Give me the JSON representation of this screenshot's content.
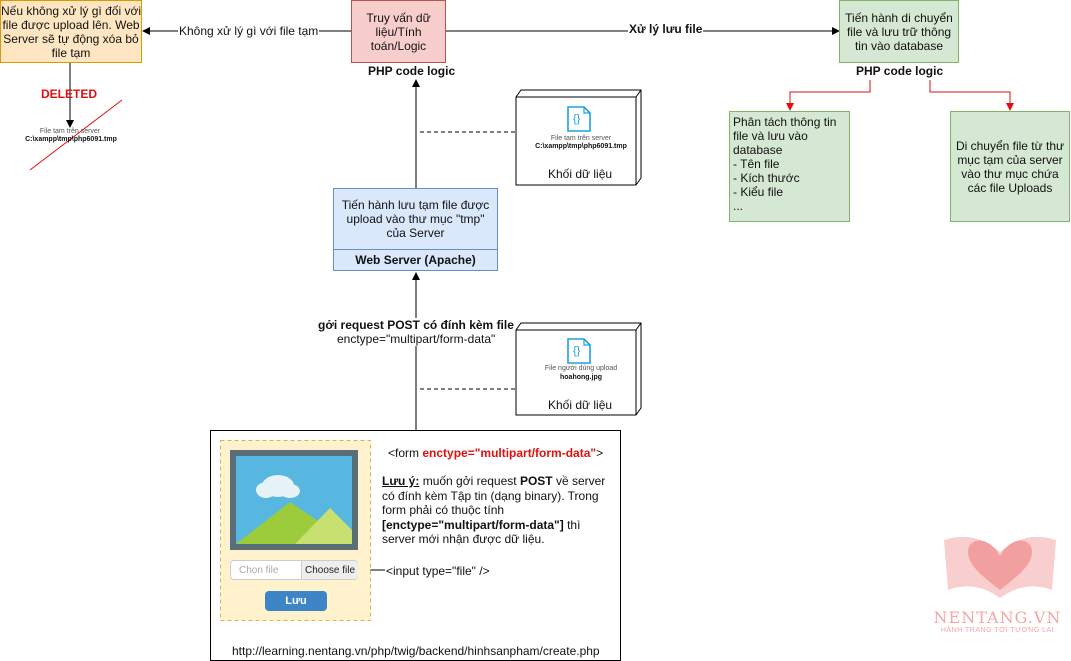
{
  "boxes": {
    "cleanup": "Nếu không xử lý gì đối với file được upload lên. Web Server sẽ tự động xóa bỏ file tạm",
    "query": "Truy vấn dữ liệu/Tính toán/Logic",
    "move_db": "Tiến hành di chuyển file và lưu trữ thông tin vào database",
    "split_info": "Phân tách thông tin file và lưu vào database\n- Tên file\n- Kích thước\n- Kiểu file\n...",
    "move_uploads": "Di chuyển file từ thư mục tạm của server vào thư mục chứa các file Uploads",
    "webserver_top": "Tiến hành lưu tạm file được upload vào thư mục \"tmp\" của Server",
    "webserver_label": "Web Server (Apache)"
  },
  "labels": {
    "no_process": "Không xử lý gì với file tạm",
    "process_file": "Xử lý lưu file",
    "php_logic_1": "PHP code logic",
    "php_logic_2": "PHP code logic",
    "deleted": "DELETED",
    "tmp_file_caption": "File tạm trên server",
    "tmp_file_path": "C:\\xampp\\tmp\\php6091.tmp",
    "tmp_file_caption_2": "File tạm trên server",
    "tmp_file_path_2": "C:\\xampp\\tmp\\php6091.tmp",
    "data_block_1": "Khối dữ liệu",
    "user_file_caption": "File người dùng upload",
    "user_file_name": "hoahong.jpg",
    "data_block_2": "Khối dữ liệu",
    "request_line1": "gởi request POST có đính kèm file",
    "request_line2": "enctype=\"multipart/form-data\"",
    "file_icon_1": "{}",
    "file_icon_2": "{}"
  },
  "form": {
    "tag_prefix": "<form ",
    "tag_attr": "enctype=\"multipart/form-data\"",
    "tag_suffix": ">",
    "note_label": "Lưu ý:",
    "note_part1": " muốn gởi request ",
    "note_post": "POST",
    "note_part2": " về server có đính kèm Tập tin (dạng binary). Trong form phải có thuộc tính ",
    "note_attr": "[enctype=\"multipart/form-data\"]",
    "note_part3": " thì server mới nhận được dữ liệu.",
    "file_placeholder": "Chọn file",
    "choose_label": "Choose file",
    "input_hint": "<input type=\"file\" />",
    "save_label": "Lưu",
    "url": "http://learning.nentang.vn/php/twig/backend/hinhsanpham/create.php"
  },
  "logo": {
    "brand": "NENTANG.VN",
    "tagline": "HÀNH TRANG TỚI TƯƠNG LAI"
  },
  "colors": {
    "accent_red": "#e01010",
    "file_icon": "#1ba1e2",
    "logo": "#f4a6a6"
  }
}
